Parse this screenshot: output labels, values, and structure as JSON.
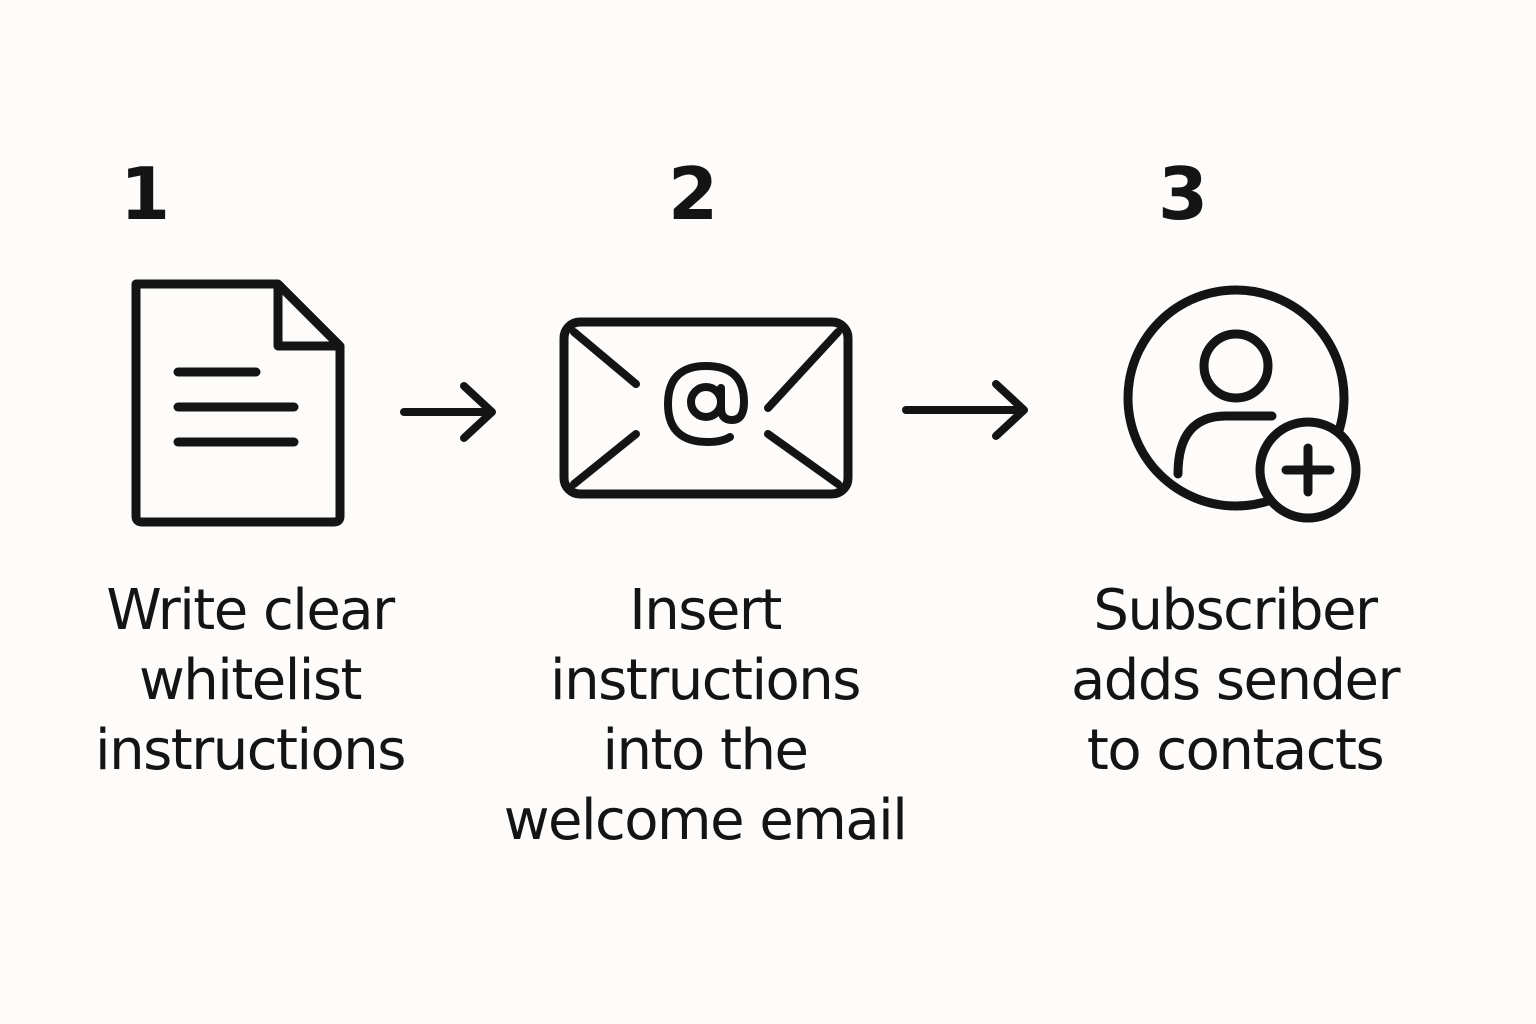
{
  "colors": {
    "background": "#fdfcfa",
    "ink": "#141414"
  },
  "steps": [
    {
      "number": "1",
      "label": "Write clear\nwhitelist\ninstructions",
      "icon": "document-icon"
    },
    {
      "number": "2",
      "label": "Insert\ninstructions\ninto the\nwelcome email",
      "icon": "email-envelope-icon"
    },
    {
      "number": "3",
      "label": "Subscriber\nadds sender\nto contacts",
      "icon": "add-contact-icon"
    }
  ],
  "arrows": [
    "arrow-right-icon",
    "arrow-right-icon"
  ]
}
